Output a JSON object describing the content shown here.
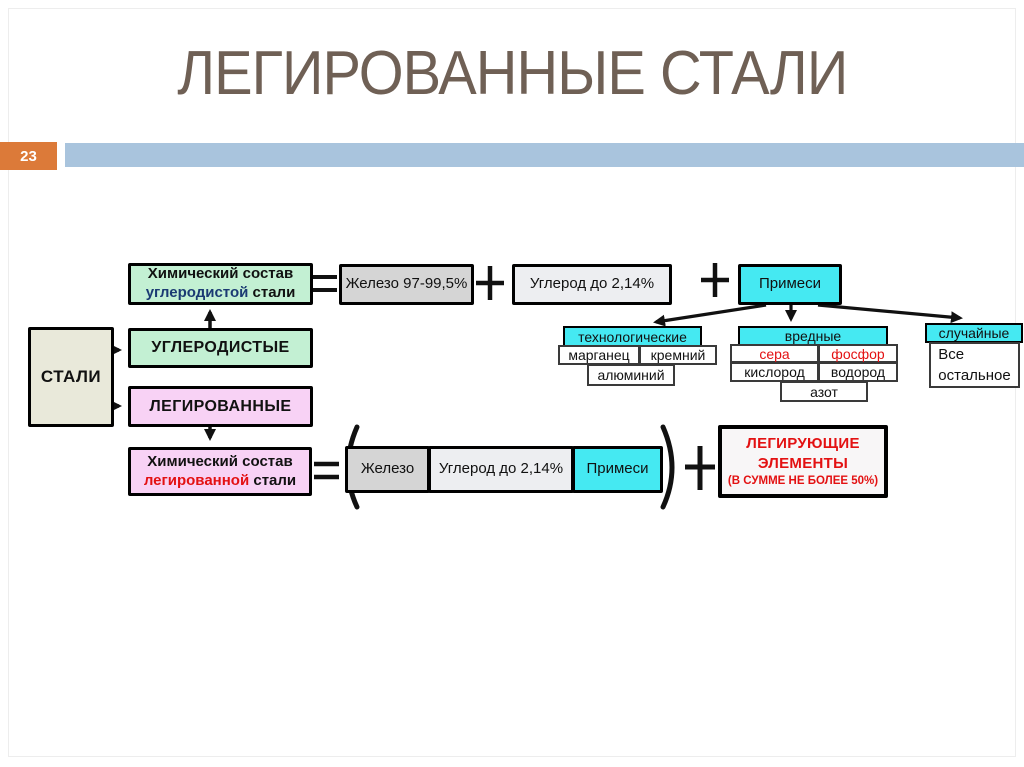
{
  "slide": {
    "title": "ЛЕГИРОВАННЫЕ СТАЛИ",
    "page_number": "23"
  },
  "diagram": {
    "steels_label": "СТАЛИ",
    "carbon_class": "УГЛЕРОДИСТЫЕ",
    "alloyed_class": "ЛЕГИРОВАННЫЕ",
    "chem_carbon": {
      "line1": "Химический состав",
      "highlight": "углеродистой",
      "rest": " стали"
    },
    "chem_alloy": {
      "line1": "Химический состав",
      "highlight": "легированной",
      "rest": " стали"
    },
    "iron_range": "Железо 97-99,5%",
    "carbon_limit": "Углерод до 2,14%",
    "impurities": "Примеси",
    "groups": {
      "tech": {
        "header": "технологические",
        "manganese": "марганец",
        "silicon": "кремний",
        "aluminum": "алюминий"
      },
      "harmful": {
        "header": "вредные",
        "sulfur": "сера",
        "phosphorus": "фосфор",
        "oxygen": "кислород",
        "hydrogen": "водород",
        "nitrogen": "азот"
      },
      "incidental": {
        "header": "случайные",
        "line1": "Все",
        "line2": "остальное"
      }
    },
    "sum": {
      "iron": "Железо",
      "carbon": "Углерод до 2,14%",
      "impurities": "Примеси"
    },
    "alloying": {
      "line1": "ЛЕГИРУЮЩИЕ",
      "line2": "ЭЛЕМЕНТЫ",
      "line3": "(В СУММЕ НЕ БОЛЕЕ 50%)"
    }
  },
  "colors": {
    "badge_orange": "#DC7A39",
    "bar_blue": "#A9C4DD",
    "title_brown": "#6F6055",
    "box_green": "#C3F0D3",
    "box_pink": "#F8D2F5",
    "box_cyan": "#45E9F2",
    "box_gray": "#D5D5D5",
    "box_light": "#EDEEF1",
    "box_beige": "#E9E9DA",
    "text_red": "#E31112",
    "text_navy": "#1B3A73"
  }
}
